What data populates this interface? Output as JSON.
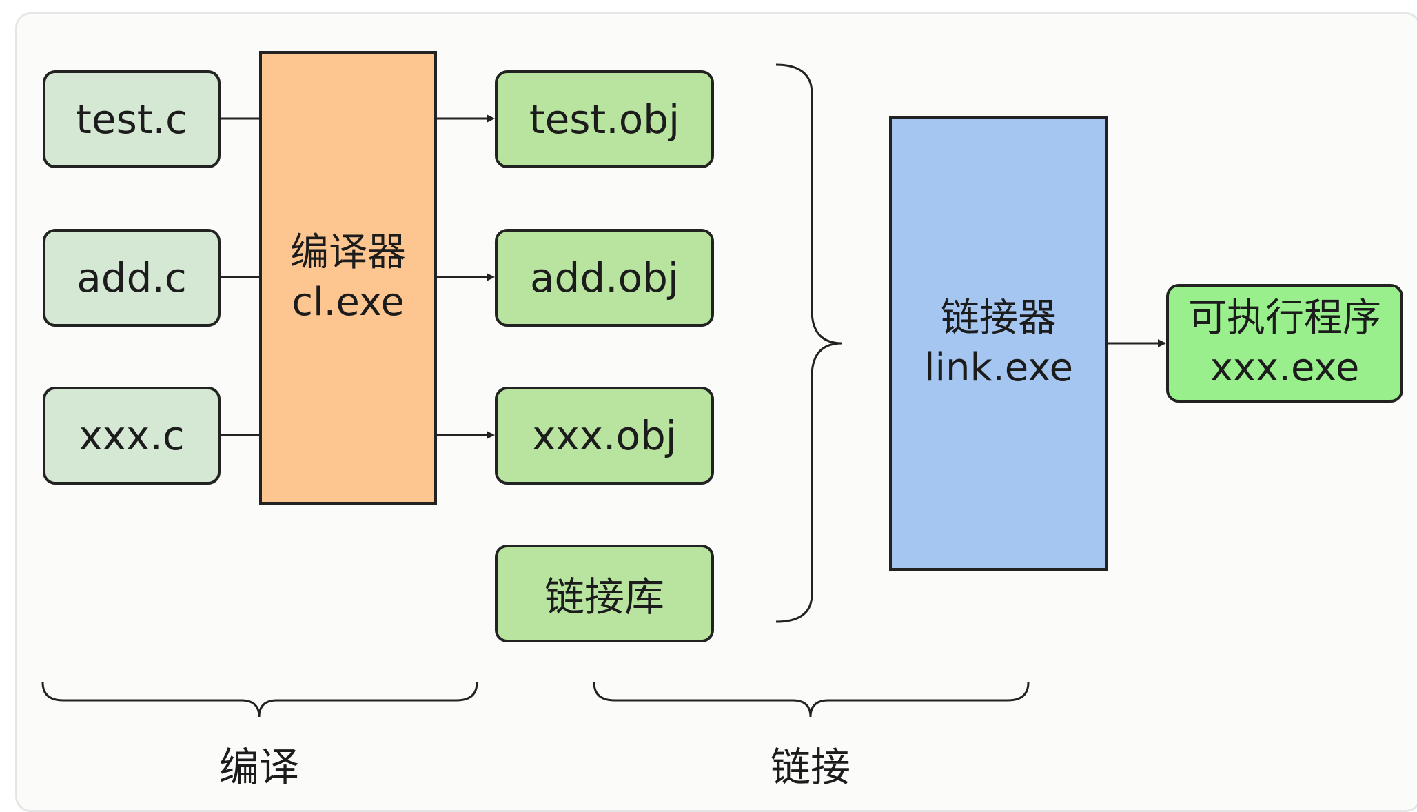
{
  "sources": [
    {
      "label": "test.c"
    },
    {
      "label": "add.c"
    },
    {
      "label": "xxx.c"
    }
  ],
  "compiler": {
    "line1": "编译器",
    "line2": "cl.exe"
  },
  "objects": [
    {
      "label": "test.obj"
    },
    {
      "label": "add.obj"
    },
    {
      "label": "xxx.obj"
    },
    {
      "label": "链接库"
    }
  ],
  "linker": {
    "line1": "链接器",
    "line2": "link.exe"
  },
  "executable": {
    "line1": "可执行程序",
    "line2": "xxx.exe"
  },
  "phases": {
    "compile": "编译",
    "link": "链接"
  },
  "colors": {
    "source_fill": "#d5e8d4",
    "object_fill": "#b9e4a0",
    "compiler_fill": "#fdc58f",
    "linker_fill": "#a4c6f0",
    "exe_fill": "#98ef8c",
    "stroke": "#222222"
  }
}
